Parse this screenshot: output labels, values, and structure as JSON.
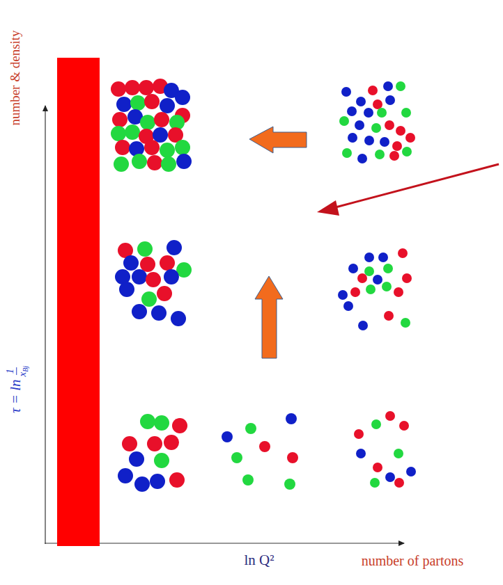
{
  "diagram": {
    "labels": [
      "number & density",
      "τ = ln",
      "1",
      "x",
      "Bj",
      "ln Q²",
      "number of partons"
    ]
  }
}
